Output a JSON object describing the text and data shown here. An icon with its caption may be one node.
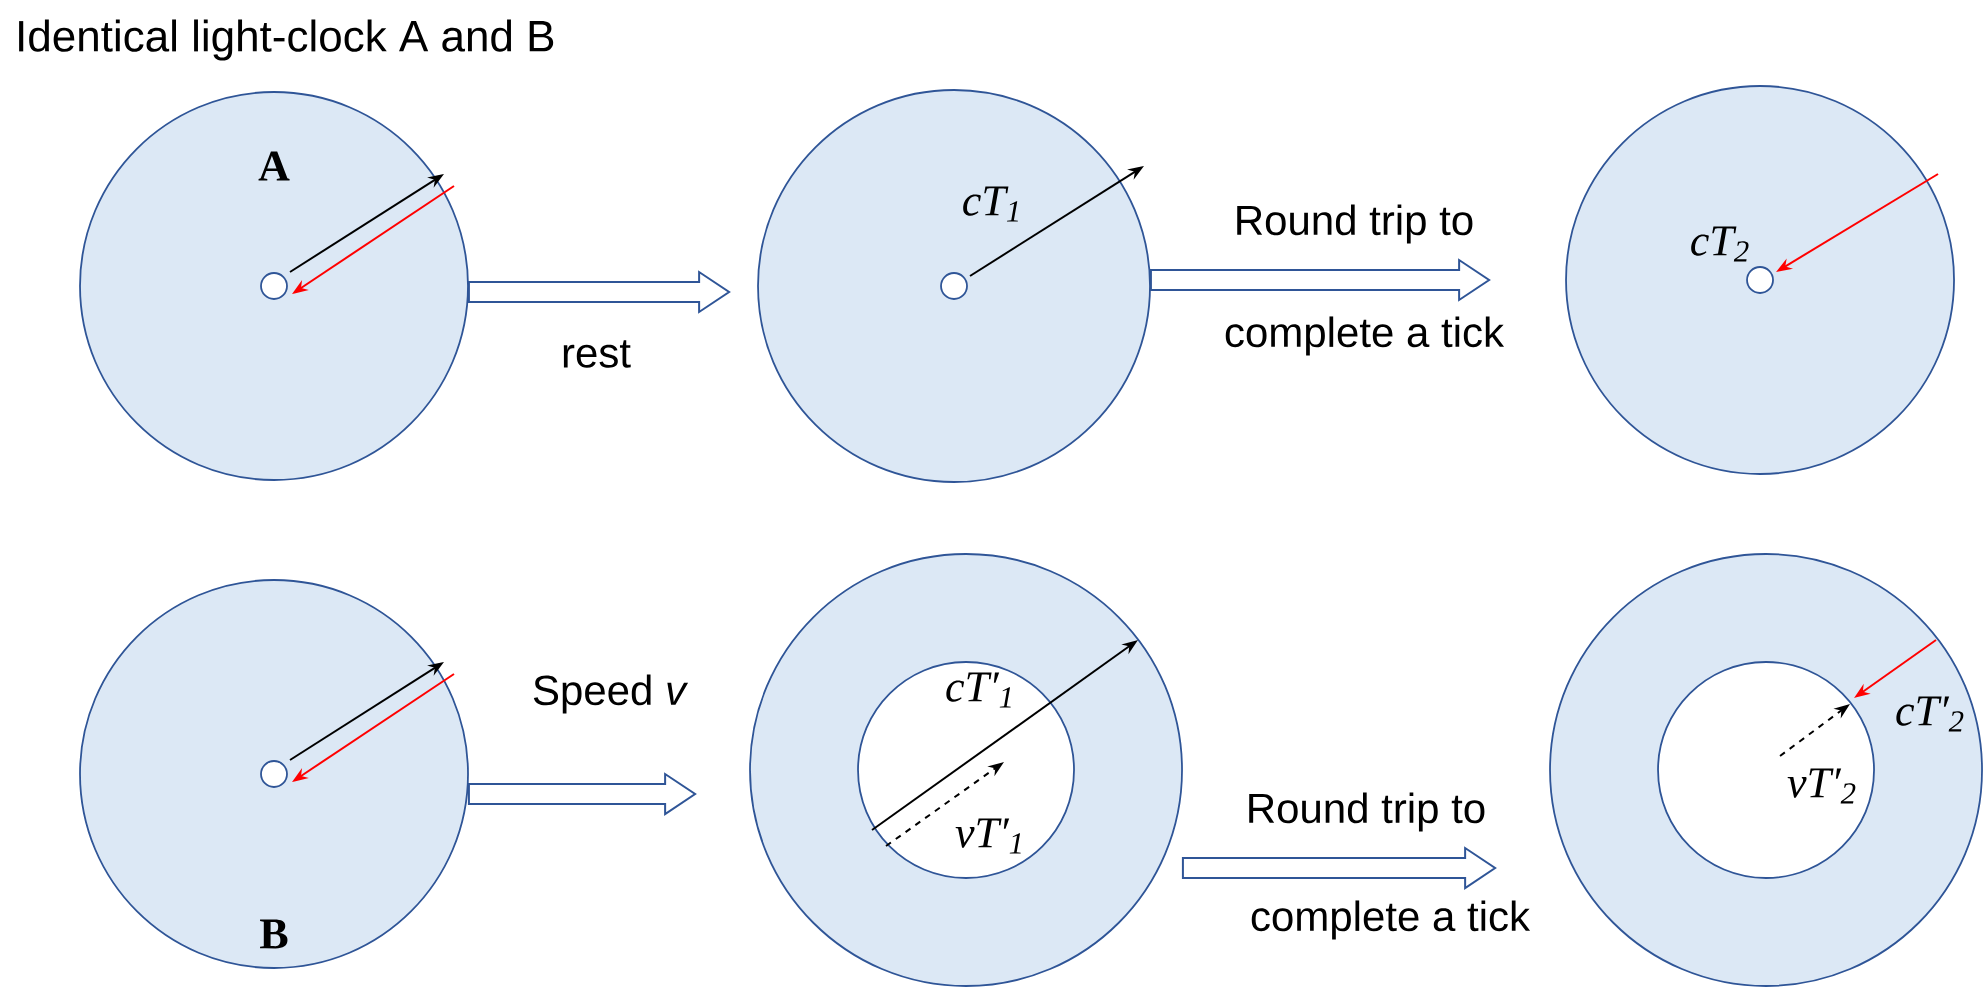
{
  "diagram": {
    "title": "Identical light-clock A and B",
    "nodes": [
      {
        "text": [
          "A"
        ]
      },
      {
        "text": [
          "cT$_{1}$"
        ]
      },
      {
        "text": [
          "cT$_{2}$"
        ]
      },
      {
        "text": [
          "B"
        ]
      },
      {
        "text": [
          "cT′$_{1}$",
          "vT′$_{1}$"
        ]
      },
      {
        "text": [
          "cT′$_{2}$",
          "vT′$_{2}$"
        ]
      }
    ],
    "edges": [
      {
        "from": 0,
        "to": 1,
        "arrow": "to",
        "label": "rest"
      },
      {
        "from": 1,
        "to": 2,
        "arrow": "to",
        "label": "Round trip to"
      },
      {
        "from": 3,
        "to": 4,
        "arrow": "to",
        "label": "Speed *v*"
      },
      {
        "from": 4,
        "to": 5,
        "arrow": "to",
        "label": "Round trip to"
      }
    ],
    "labels": [
      "complete a tick",
      "complete a tick"
    ]
  }
}
